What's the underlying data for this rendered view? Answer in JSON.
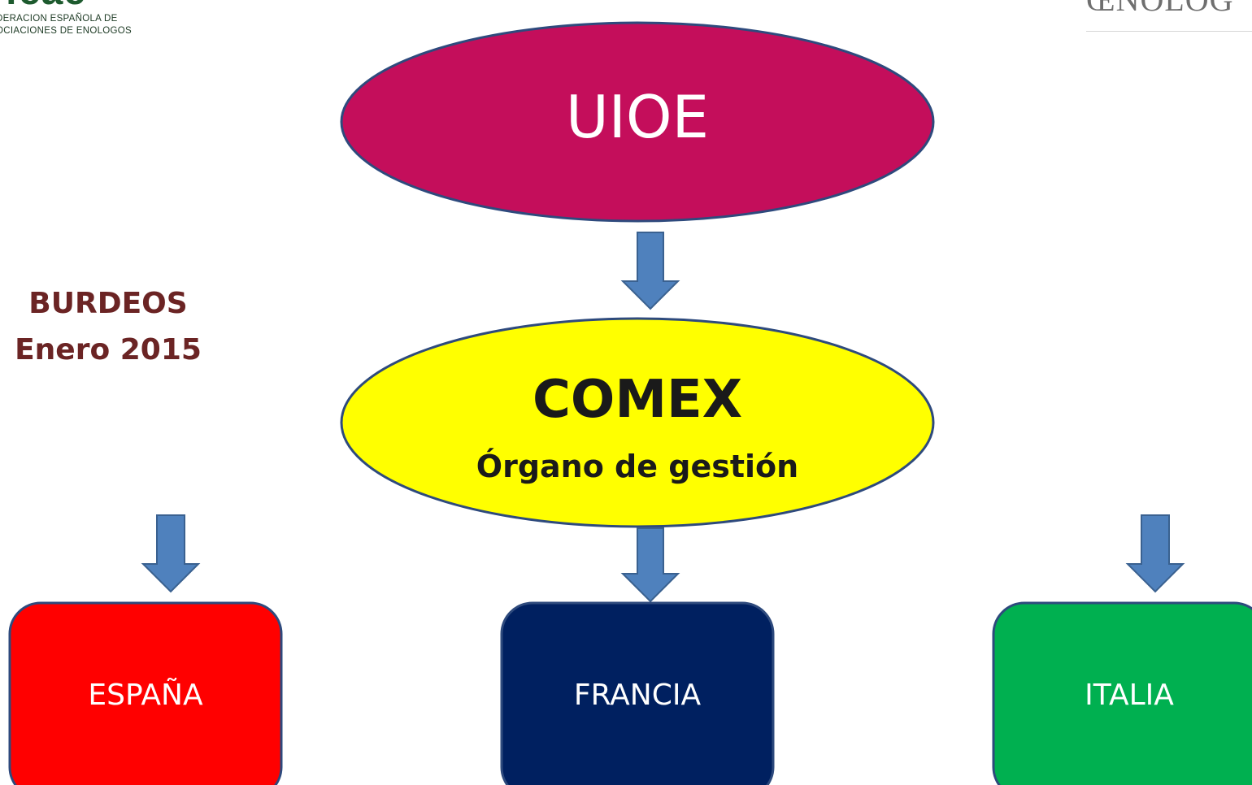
{
  "logos": {
    "left": {
      "wordmark": "feae",
      "line1": "DERACION ESPAÑOLA DE",
      "line2": "OCIACIONES DE ENOLOGOS"
    },
    "right": {
      "wordmark": "ŒNOLOG"
    }
  },
  "side_label": {
    "line1": "BURDEOS",
    "line2": "Enero 2015"
  },
  "diagram": {
    "top_node": {
      "label": "UIOE",
      "color": "#c40e5b"
    },
    "middle_node": {
      "title": "COMEX",
      "subtitle": "Órgano de gestión",
      "color": "#ffff00"
    },
    "countries": [
      {
        "label": "ESPAÑA",
        "color": "#ff0000"
      },
      {
        "label": "FRANCIA",
        "color": "#002060"
      },
      {
        "label": "ITALIA",
        "color": "#00b050"
      }
    ],
    "arrow_color": "#4f81bd",
    "outline_color": "#2e4a7d"
  }
}
